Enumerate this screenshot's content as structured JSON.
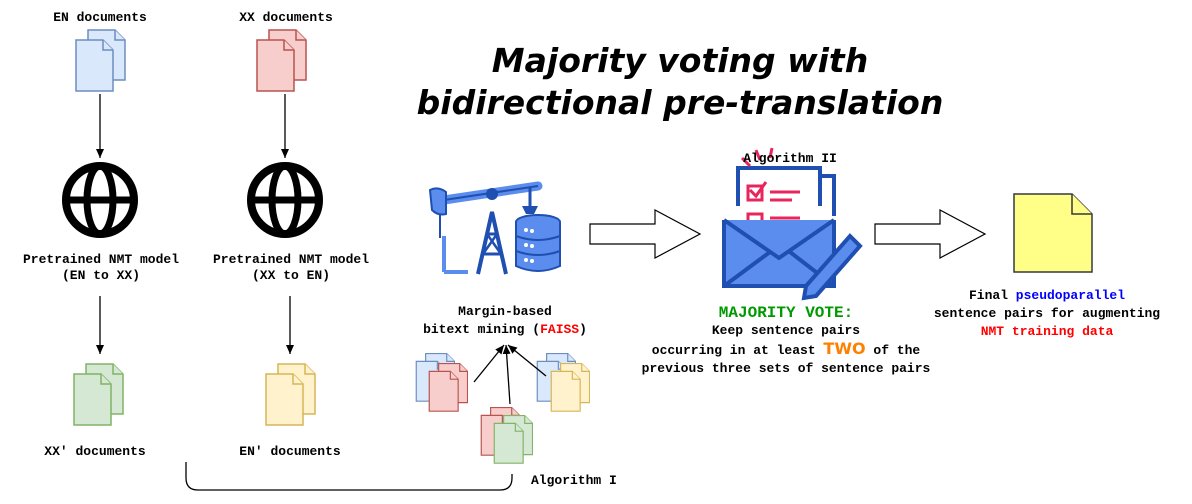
{
  "title": {
    "line1": "Majority voting with",
    "line2": "bidirectional pre-translation"
  },
  "docs": {
    "en": "EN documents",
    "xx": "XX documents",
    "xx_prime": "XX' documents",
    "en_prime": "EN' documents"
  },
  "models": {
    "en_to_xx": {
      "line1": "Pretrained NMT model",
      "line2": "(EN to XX)"
    },
    "xx_to_en": {
      "line1": "Pretrained NMT model",
      "line2": "(XX to EN)"
    }
  },
  "mining": {
    "line1": "Margin-based",
    "line2_prefix": "bitext mining (",
    "faiss": "FAISS",
    "line2_suffix": ")"
  },
  "algorithm1": "Algorithm I",
  "algorithm2": "Algorithm II",
  "vote": {
    "heading": "MAJORITY VOTE:",
    "line1": "Keep sentence pairs",
    "line2_prefix": "occurring in at least ",
    "two": "TWO",
    "line2_suffix": " of the",
    "line3": "previous three sets of sentence pairs"
  },
  "final": {
    "line1_prefix": "Final ",
    "pseudo": "pseudoparallel",
    "line2": "sentence pairs for augmenting",
    "line3": "NMT training data"
  },
  "colors": {
    "blue_fill": "#dae8fc",
    "blue_stroke": "#6c8ebf",
    "red_fill": "#f8cecc",
    "red_stroke": "#b85450",
    "green_fill": "#d5e8d4",
    "green_stroke": "#82b366",
    "yellow_fill": "#fff2cc",
    "yellow_stroke": "#d6b656",
    "final_fill": "#ffff88",
    "final_stroke": "#36393d",
    "faiss": "#ff0000",
    "vote": "#009900",
    "two": "#ff8000",
    "pseudo": "#0000ff",
    "nmt": "#ff0000"
  }
}
